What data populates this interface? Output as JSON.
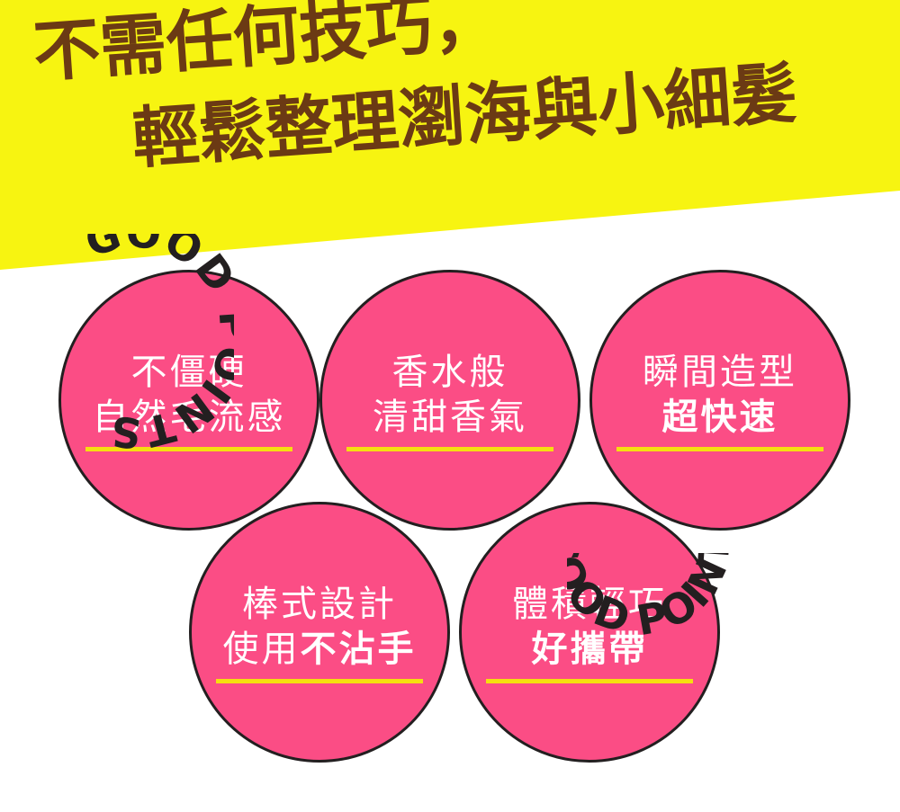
{
  "headline": {
    "line1": "不需任何技巧，",
    "line2": "輕鬆整理瀏海與小細髮"
  },
  "badge_text": "GOOD POINTS",
  "colors": {
    "banner": "#f7f411",
    "headline_text": "#6b3a14",
    "circle_fill": "#fb4d85",
    "underline": "#f5df10"
  },
  "points": [
    {
      "line1": "不僵硬",
      "line2_plain": "自然毛流感",
      "line2_bold": ""
    },
    {
      "line1": "香水般",
      "line2_plain": "清甜香氣",
      "line2_bold": ""
    },
    {
      "line1": "瞬間造型",
      "line2_plain": "",
      "line2_bold": "超快速"
    },
    {
      "line1": "棒式設計",
      "line2_plain": "使用",
      "line2_bold": "不沾手"
    },
    {
      "line1": "體積輕巧",
      "line2_plain": "",
      "line2_bold": "好攜帶"
    }
  ]
}
